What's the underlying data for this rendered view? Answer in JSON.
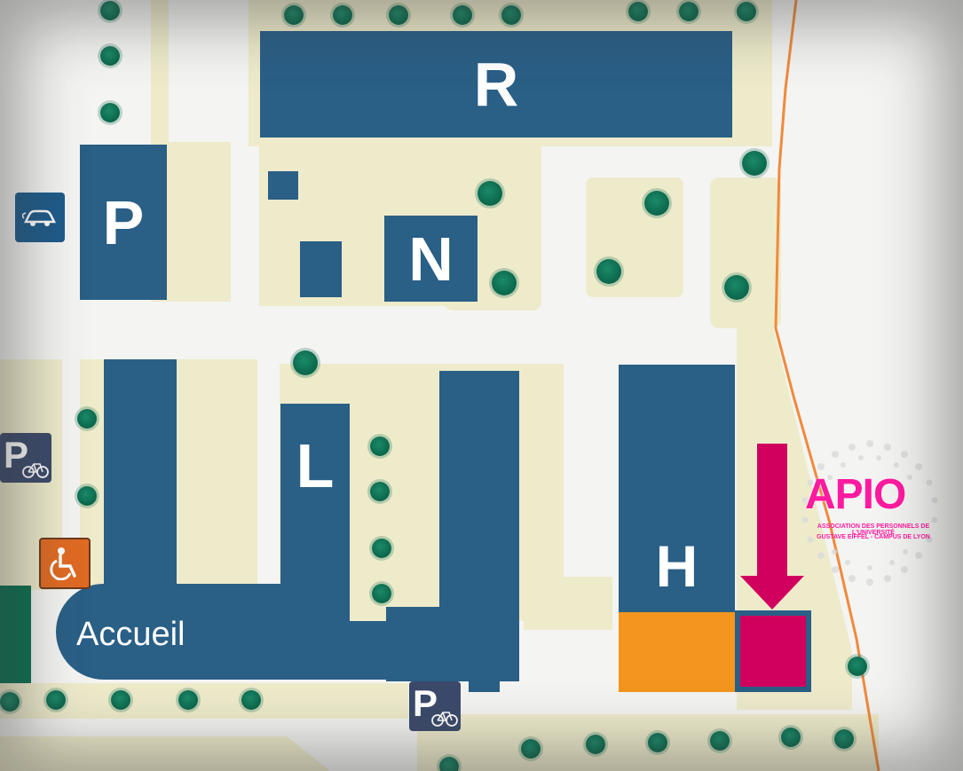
{
  "buildings": {
    "r": "R",
    "p": "P",
    "n": "N",
    "l": "L",
    "h": "H",
    "accueil": "Accueil"
  },
  "signs": {
    "parking_letter": "P",
    "ev_charging_icon": "electric-car-icon",
    "accessibility_icon": "wheelchair-icon",
    "bicycle_icon": "bicycle-icon"
  },
  "logo": {
    "title": "APIO",
    "line1": "ASSOCIATION DES PERSONNELS DE L'UNIVERSITÉ",
    "line2": "GUSTAVE EIFFEL - CAMPUS DE LYON"
  },
  "colors": {
    "building": "#2a5f86",
    "grass": "#eeebcb",
    "target_room": "#d1005f",
    "adjacent_room": "#f3951e",
    "boundary_line": "#f08a3c",
    "tree": "#0d6b4e",
    "parking_sign": "#3b4a6b",
    "accessibility_sign": "#e06a22"
  }
}
